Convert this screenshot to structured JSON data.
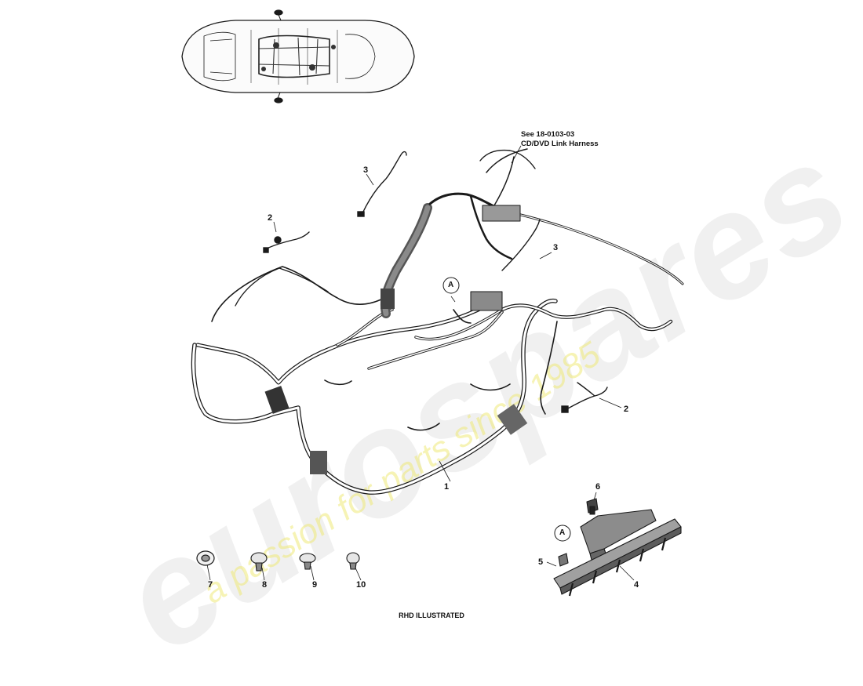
{
  "watermark": {
    "brand": "eurospares",
    "tagline": "a passion for parts since 1985"
  },
  "note": {
    "line1": "See 18-0103-03",
    "line2": "CD/DVD Link Harness"
  },
  "callouts": {
    "main_harness": "1",
    "link_harness_left": "2",
    "link_harness_right": "2",
    "sensor_lead_top": "3",
    "sensor_lead_right": "3",
    "bracket": "4",
    "bracket_bolt": "5",
    "bracket_nut": "6",
    "grommet": "7",
    "clip_a": "8",
    "clip_b": "9",
    "clip_c": "10",
    "detail_a_main": "A",
    "detail_a_inset": "A"
  },
  "footer": "RHD ILLUSTRATED",
  "colors": {
    "line": "#1a1a1a",
    "harness_fill": "#6e6e6e",
    "watermark_grey": "#e8e8e8",
    "watermark_yellow": "#eeea78"
  }
}
